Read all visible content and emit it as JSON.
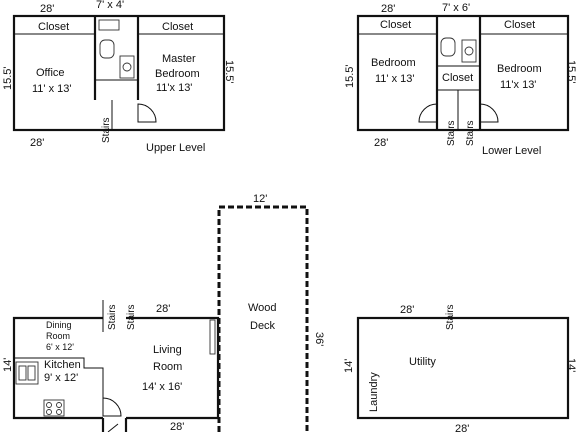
{
  "upper_plan": {
    "dims": {
      "top_width": "28'",
      "bath_dims": "7' x 4'",
      "bottom_width": "28'",
      "left_depth": "15.5'",
      "right_depth": "15.5'"
    },
    "closet_left": "Closet",
    "closet_right": "Closet",
    "office": {
      "name": "Office",
      "size": "11' x 13'"
    },
    "master_bedroom": {
      "name_line1": "Master",
      "name_line2": "Bedroom",
      "size": "11'x 13'"
    },
    "stairs": "Stairs",
    "level_label": "Upper Level"
  },
  "lower_plan": {
    "dims": {
      "top_width": "28'",
      "bath_dims": "7' x 6'",
      "bottom_width": "28'",
      "left_depth": "15.5'",
      "right_depth": "15.5'"
    },
    "closet_left": "Closet",
    "closet_right": "Closet",
    "closet_center": "Closet",
    "bedroom_left": {
      "name": "Bedroom",
      "size": "11' x 13'"
    },
    "bedroom_right": {
      "name": "Bedroom",
      "size": "11'x 13'"
    },
    "stairs_left": "Stairs",
    "stairs_right": "Stairs",
    "level_label": "Lower Level"
  },
  "main_plan": {
    "dims": {
      "top_width": "28'",
      "bottom_width": "28'",
      "left_depth": "14'"
    },
    "stairs_left": "Stairs",
    "stairs_right": "Stairs",
    "dining": {
      "name_line1": "Dining",
      "name_line2": "Room",
      "size": "6' x 12'"
    },
    "kitchen": {
      "name": "Kitchen",
      "size": "9' x 12'"
    },
    "living": {
      "name_line1": "Living",
      "name_line2": "Room",
      "size": "14' x 16'"
    }
  },
  "deck": {
    "width": "12'",
    "depth": "36'",
    "name_line1": "Wood",
    "name_line2": "Deck"
  },
  "basement_plan": {
    "dims": {
      "top_width": "28'",
      "bottom_width": "28'",
      "left_depth": "14'",
      "right_depth": "14'"
    },
    "stairs": "Stairs",
    "utility": "Utility",
    "laundry": "Laundry"
  }
}
